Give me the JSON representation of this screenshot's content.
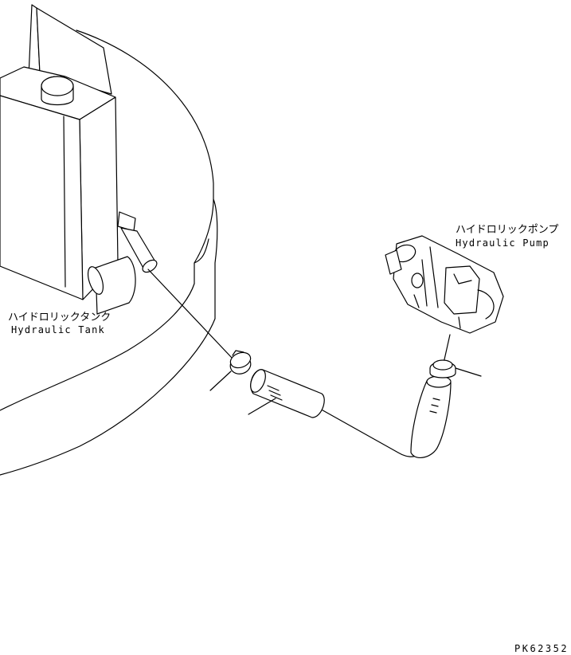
{
  "labels": {
    "tank_jp": "ハイドロリックタンク",
    "tank_en": "Hydraulic Tank",
    "pump_jp": "ハイドロリックポンプ",
    "pump_en": "Hydraulic Pump",
    "drawing_code": "PK62352"
  }
}
